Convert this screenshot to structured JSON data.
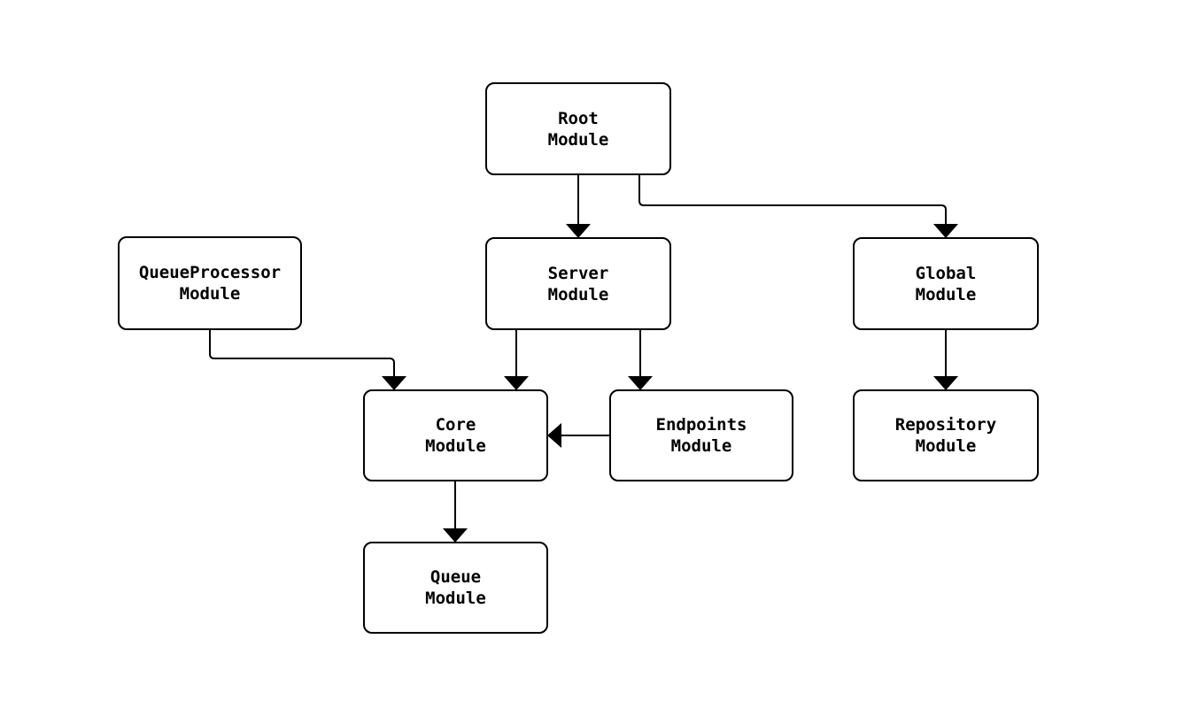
{
  "colors": {
    "background": "#ffffff",
    "node_fill": "#ffffff",
    "node_border": "#000000",
    "text": "#000000",
    "edge": "#000000"
  },
  "nodes": [
    {
      "id": "root",
      "line1": "Root",
      "line2": "Module"
    },
    {
      "id": "queueprocessor",
      "line1": "QueueProcessor",
      "line2": "Module"
    },
    {
      "id": "server",
      "line1": "Server",
      "line2": "Module"
    },
    {
      "id": "global",
      "line1": "Global",
      "line2": "Module"
    },
    {
      "id": "core",
      "line1": "Core",
      "line2": "Module"
    },
    {
      "id": "endpoints",
      "line1": "Endpoints",
      "line2": "Module"
    },
    {
      "id": "repository",
      "line1": "Repository",
      "line2": "Module"
    },
    {
      "id": "queue",
      "line1": "Queue",
      "line2": "Module"
    }
  ],
  "edges": [
    {
      "from": "Root Module",
      "to": "Server Module"
    },
    {
      "from": "Root Module",
      "to": "Global Module"
    },
    {
      "from": "QueueProcessor Module",
      "to": "Core Module"
    },
    {
      "from": "Server Module",
      "to": "Core Module"
    },
    {
      "from": "Server Module",
      "to": "Endpoints Module"
    },
    {
      "from": "Endpoints Module",
      "to": "Core Module"
    },
    {
      "from": "Global Module",
      "to": "Repository Module"
    },
    {
      "from": "Core Module",
      "to": "Queue Module"
    }
  ]
}
